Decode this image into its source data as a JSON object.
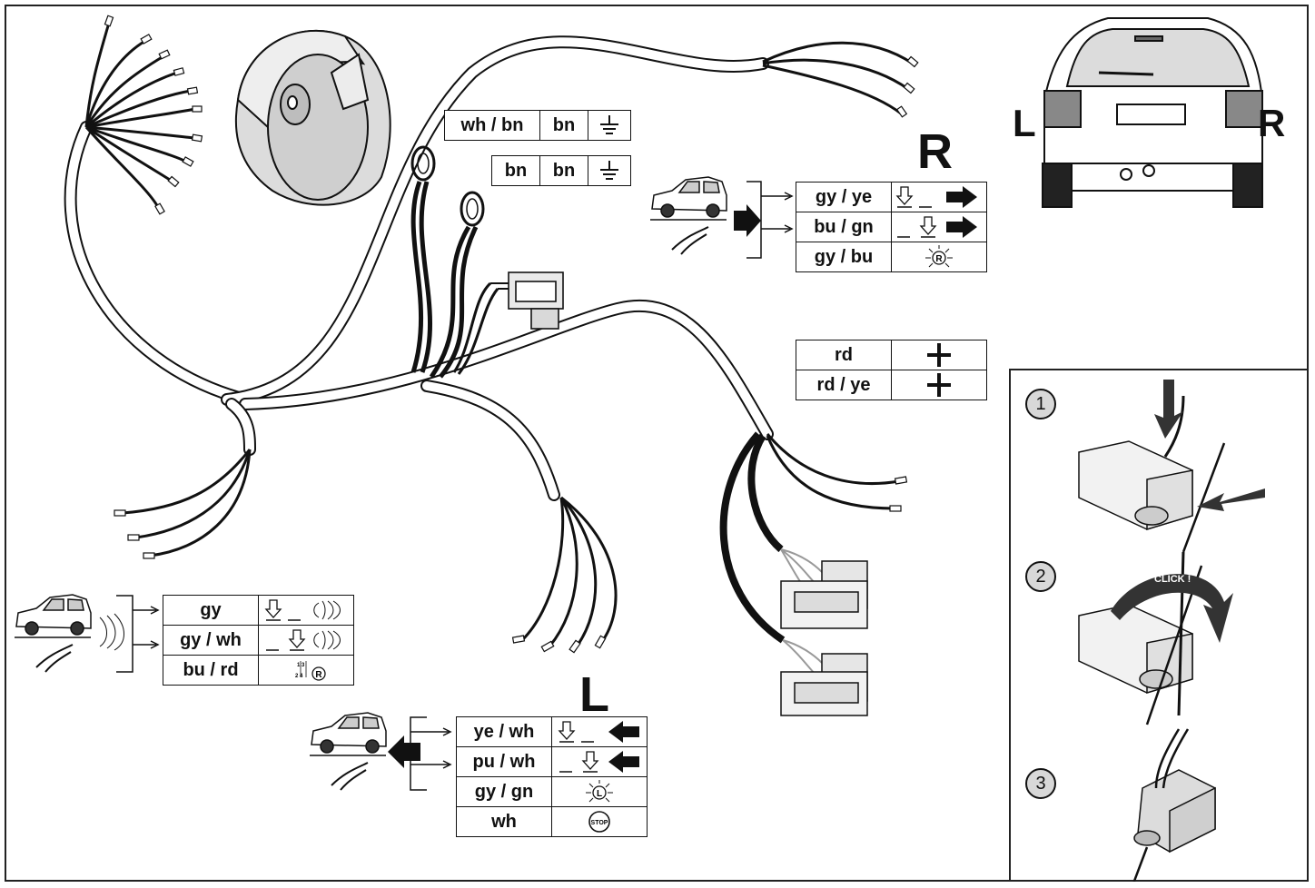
{
  "side_letters": {
    "car_left": "L",
    "car_right": "R",
    "right_group": "R",
    "left_group": "L"
  },
  "ground_rows": [
    {
      "code1": "wh / bn",
      "code2": "bn",
      "icon": "ground-icon"
    },
    {
      "code1": "bn",
      "code2": "bn",
      "icon": "ground-icon"
    }
  ],
  "power_rows": [
    {
      "code": "rd",
      "icon": "plus-icon"
    },
    {
      "code": "rd / ye",
      "icon": "plus-icon"
    }
  ],
  "right_rows": [
    {
      "code": "gy / ye",
      "icon": "right-indicator-1-icon"
    },
    {
      "code": "bu / gn",
      "icon": "right-indicator-2-icon"
    },
    {
      "code": "gy / bu",
      "icon": "reverse-light-icon",
      "glyph": "R"
    }
  ],
  "left_rows": [
    {
      "code": "ye / wh",
      "icon": "left-indicator-1-icon"
    },
    {
      "code": "pu / wh",
      "icon": "left-indicator-2-icon"
    },
    {
      "code": "gy / gn",
      "icon": "left-light-icon",
      "glyph": "L"
    },
    {
      "code": "wh",
      "icon": "stop-light-icon",
      "glyph": "STOP"
    }
  ],
  "fog_rows": [
    {
      "code": "gy",
      "icon": "fog-1-icon"
    },
    {
      "code": "gy / wh",
      "icon": "fog-2-icon"
    },
    {
      "code": "bu / rd",
      "icon": "reverse-switch-icon",
      "glyph": "R",
      "pins": "1 3 / 2 4"
    }
  ],
  "install_steps": [
    {
      "number": "1",
      "icon": "splice-connector-insert-icon"
    },
    {
      "number": "2",
      "icon": "splice-connector-press-icon",
      "label": "CLICK !"
    },
    {
      "number": "3",
      "icon": "splice-connector-closed-icon"
    }
  ],
  "colors": {
    "line": "#111111",
    "wire_fill": "#ffffff",
    "grey": "#d9d9d9"
  }
}
